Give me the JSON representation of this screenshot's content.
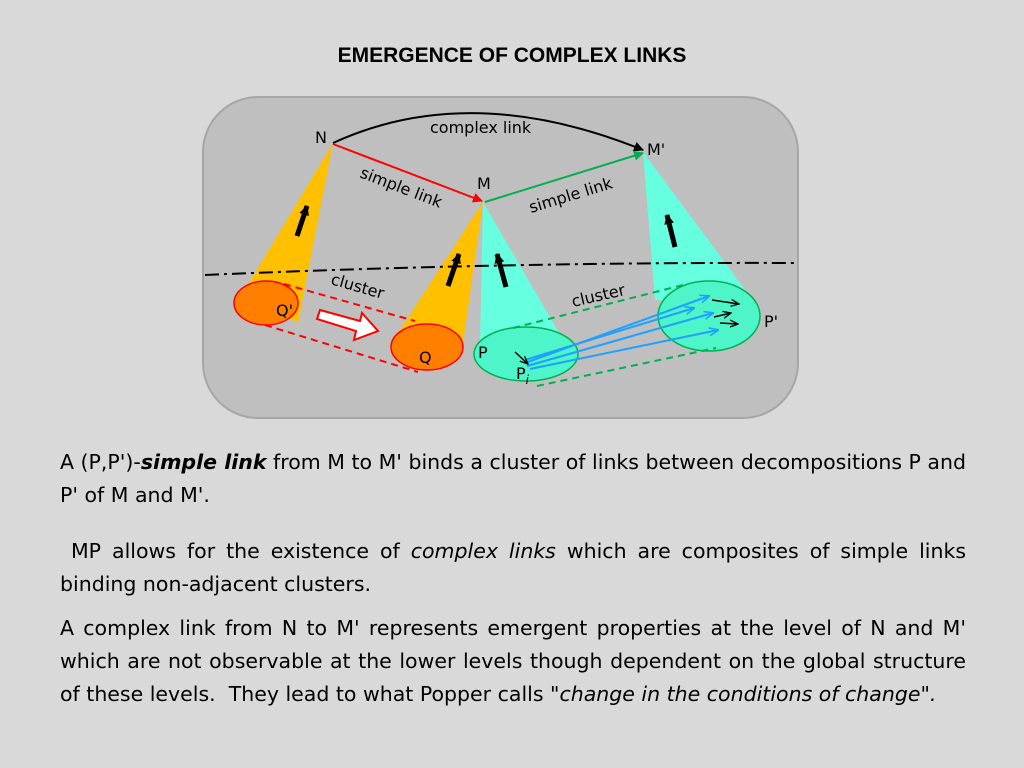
{
  "title": "EMERGENCE OF COMPLEX LINKS",
  "diagram": {
    "complex_link_label": "complex link",
    "simple_link_left_label": "simple link",
    "simple_link_right_label": "simple link",
    "cluster_left_label": "cluster",
    "cluster_right_label": "cluster",
    "node_n": "N",
    "node_m": "M",
    "node_m_prime": "M'",
    "node_q": "Q",
    "node_q_prime": "Q'",
    "node_p": "P",
    "node_p_prime": "P'",
    "node_pi_base": "P",
    "node_pi_sub": "i",
    "colors": {
      "orange_cone": "#ffc000",
      "orange_ellipse": "#ff7f00",
      "cyan_cone": "#66ffe0",
      "cyan_ellipse": "#4df5c8",
      "red_link": "#ff0000",
      "green_link": "#00b050",
      "blue_arrows": "#1ea0ff"
    }
  },
  "paragraphs": {
    "p1": {
      "before": "A (P,P')-",
      "emph": "simple link",
      "after": " from M to M' binds a cluster of links between decompositions P and P' of M and M'."
    },
    "p2": {
      "before": " MP allows for the existence of ",
      "emph": "complex links",
      "after": " which are composites of simple links  binding non-adjacent clusters."
    },
    "p3": {
      "before": "A complex link from N to M' represents emergent properties at the level of N and M' which are not observable at the lower levels though dependent on the global structure of these levels.  They lead to what Popper calls ",
      "emph": "\"change in the conditions of change\"."
    }
  }
}
